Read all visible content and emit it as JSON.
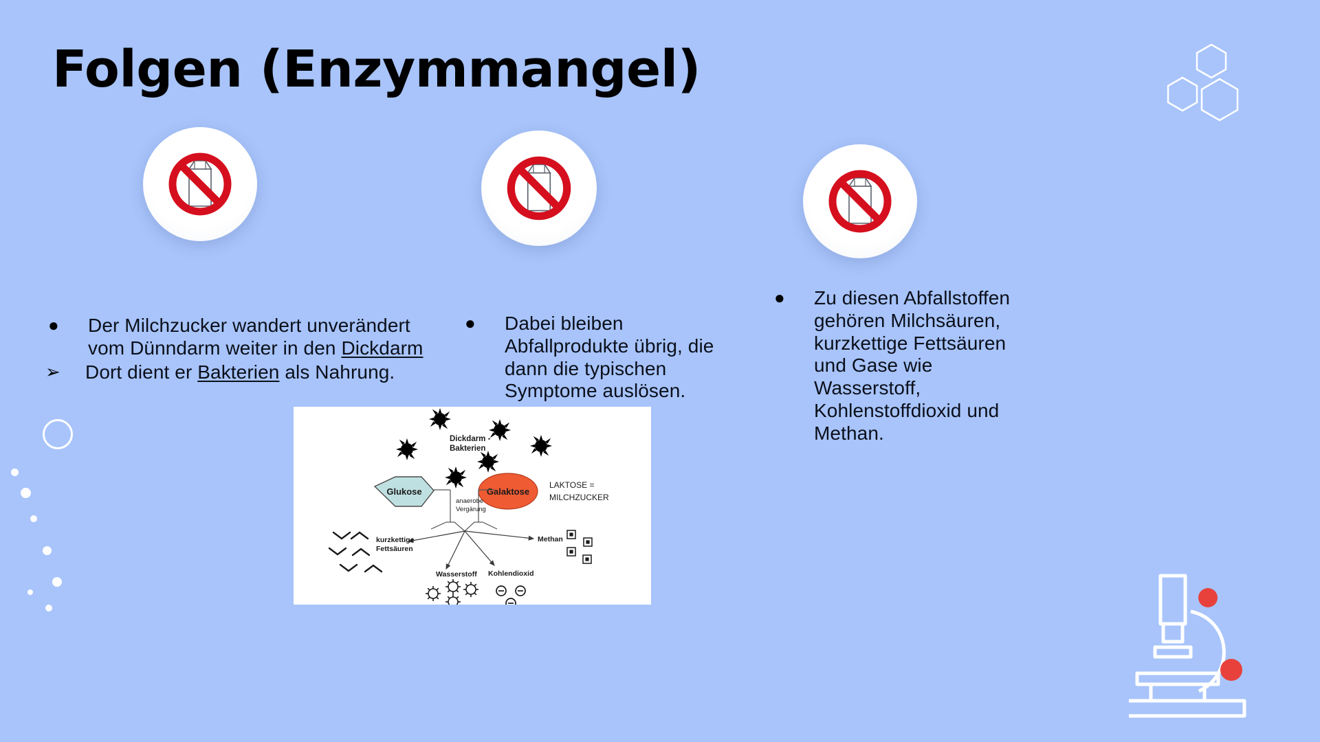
{
  "slide": {
    "title": "Folgen (Enzymmangel)",
    "background_color": "#a8c4fb",
    "text_color": "#0b0f1a"
  },
  "badges": [
    {
      "name": "no-milk-badge-1",
      "icon": "no-milk-icon"
    },
    {
      "name": "no-milk-badge-2",
      "icon": "no-milk-icon"
    },
    {
      "name": "no-milk-badge-3",
      "icon": "no-milk-icon"
    }
  ],
  "columns": {
    "left": {
      "bullets": [
        {
          "marker": "●",
          "marker_type": "dot",
          "parts": [
            {
              "text": "Der Milchzucker wandert unverändert vom Dünndarm weiter in den ",
              "underline": false
            },
            {
              "text": "Dickdarm",
              "underline": true
            }
          ]
        },
        {
          "marker": "➢",
          "marker_type": "arrow",
          "parts": [
            {
              "text": "Dort dient er ",
              "underline": false
            },
            {
              "text": "Bakterien",
              "underline": true
            },
            {
              "text": " als Nahrung.",
              "underline": false
            }
          ]
        }
      ]
    },
    "middle": {
      "bullets": [
        {
          "marker": "●",
          "marker_type": "dot",
          "parts": [
            {
              "text": "Dabei bleiben Abfallprodukte übrig, die dann die typischen Symptome auslösen.",
              "underline": false
            }
          ]
        }
      ]
    },
    "right": {
      "bullets": [
        {
          "marker": "●",
          "marker_type": "dot",
          "parts": [
            {
              "text": "Zu diesen Abfallstoffen gehören Milchsäuren, kurzkettige Fettsäuren und Gase wie Wasserstoff, Kohlenstoffdioxid und Methan.",
              "underline": false
            }
          ]
        }
      ]
    }
  },
  "diagram": {
    "name": "lactose-fermentation-diagram",
    "labels": {
      "bacteria": "Dickdarm -\nBakterien",
      "bacteria_line1": "Dickdarm -",
      "bacteria_line2": "Bakterien",
      "glucose": "Glukose",
      "galactose": "Galaktose",
      "lactose_line1": "LAKTOSE =",
      "lactose_line2": "MILCHZUCKER",
      "fermentation_line1": "anaerobe",
      "fermentation_line2": "Vergärung",
      "scfa_line1": "kurzkettige",
      "scfa_line2": "Fettsäuren",
      "hydrogen": "Wasserstoff",
      "carbon_dioxide": "Kohlendioxid",
      "methane": "Methan"
    },
    "colors": {
      "glucose_fill": "#bfe0e0",
      "galactose_fill": "#ef5b33",
      "stroke": "#555555",
      "background": "#ffffff"
    }
  },
  "decorations": {
    "hexagons": "hexagon-outline-cluster",
    "bubbles": "white-dot-cluster",
    "microscope": "microscope-outline-icon",
    "microscope_accent": "#e8413c"
  }
}
